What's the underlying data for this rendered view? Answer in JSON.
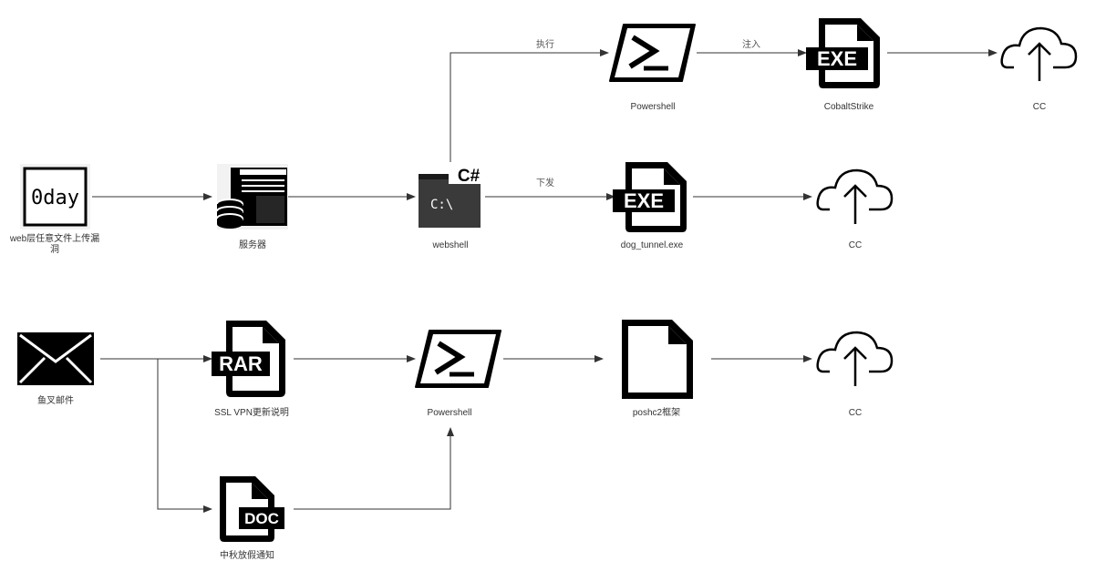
{
  "nodes": {
    "oday": {
      "label": "web层任意文件上传漏洞",
      "icon": "0day-icon",
      "icon_text": "0day"
    },
    "server": {
      "label": "服务器",
      "icon": "server-icon"
    },
    "webshell": {
      "label": "webshell",
      "icon": "terminal-csharp-icon",
      "icon_text": "C:\\",
      "badge": "C#"
    },
    "ps_top": {
      "label": "Powershell",
      "icon": "powershell-icon"
    },
    "cobalt": {
      "label": "CobaltStrike",
      "icon": "exe-file-icon",
      "badge": "EXE"
    },
    "cc_top": {
      "label": "CC",
      "icon": "cloud-upload-icon"
    },
    "dogtunnel": {
      "label": "dog_tunnel.exe",
      "icon": "exe-file-icon",
      "badge": "EXE"
    },
    "cc_mid": {
      "label": "CC",
      "icon": "cloud-upload-icon"
    },
    "phish": {
      "label": "鱼叉邮件",
      "icon": "envelope-icon"
    },
    "rar": {
      "label": "SSL VPN更新说明",
      "icon": "rar-file-icon",
      "badge": "RAR"
    },
    "ps_bottom": {
      "label": "Powershell",
      "icon": "powershell-icon"
    },
    "poshc2": {
      "label": "poshc2框架",
      "icon": "file-icon"
    },
    "cc_bottom": {
      "label": "CC",
      "icon": "cloud-upload-icon"
    },
    "doc": {
      "label": "中秋放假通知",
      "icon": "doc-file-icon",
      "badge": "DOC"
    }
  },
  "edges": {
    "execute": "执行",
    "inject": "注入",
    "deliver": "下发"
  },
  "colors": {
    "line": "#333333",
    "icon": "#000000",
    "text": "#333333"
  }
}
